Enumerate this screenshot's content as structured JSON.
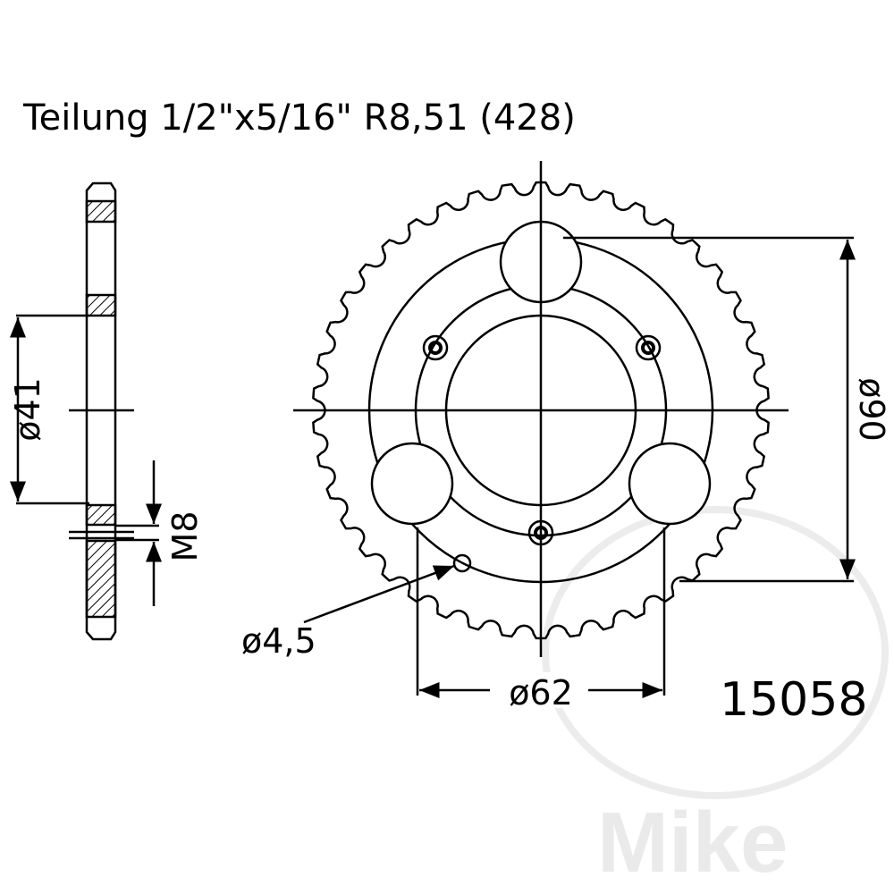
{
  "header": {
    "title": "Teilung 1/2\"x5/16\" R8,51 (428)"
  },
  "dimensions": {
    "bore_diameter": "ø41",
    "thread": "M8",
    "hole_diameter": "ø4,5",
    "bolt_circle": "ø62",
    "outer_bolt_diameter": "ø90"
  },
  "part_number": "15058",
  "sprocket": {
    "teeth": 42,
    "bolt_holes": 4,
    "lightening_holes": 3
  },
  "watermark": {
    "text": "Mike",
    "color": "#eaeaea"
  },
  "colors": {
    "line": "#000000",
    "background": "#ffffff"
  }
}
